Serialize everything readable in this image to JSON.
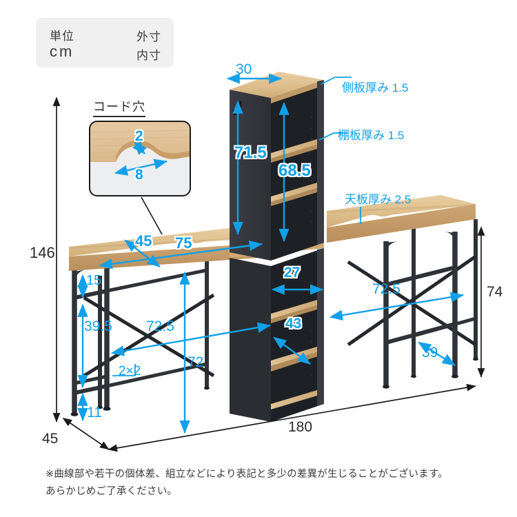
{
  "legend": {
    "unit_label": "単位",
    "unit_value": "cm",
    "outer_label": "外寸",
    "inner_label": "内寸",
    "outer_color": "#1b1b1b",
    "inner_color": "#12a0e8"
  },
  "inset": {
    "title": "コード穴",
    "depth": "2",
    "width": "8"
  },
  "callouts": {
    "side_panel": "側板厚み 1.5",
    "shelf_panel": "棚板厚み 1.5",
    "top_panel": "天板厚み 2.5",
    "leg_profile": "2×2"
  },
  "dimensions": {
    "total_height": "146",
    "total_width": "180",
    "depth": "45",
    "desk_height": "74",
    "tower_width": "30",
    "tower_inner_height_left": "71.5",
    "tower_inner_height_right": "68.5",
    "desk_top_width_left": "75",
    "desk_top_depth_left": "45",
    "under_top_rail": "15",
    "mid_gap": "39.5",
    "lower_gap": "11",
    "knee_width_left": "72.5",
    "knee_height": "72",
    "shelf_inner_width": "27",
    "shelf_inner_depth": "43",
    "knee_width_right": "72.5",
    "foot_rail_depth_right": "39"
  },
  "footnote": {
    "line1": "※曲線部や若干の個体差、組立などにより表記と多少の差異が生じることがございます。",
    "line2": "あらかじめご了承ください。"
  },
  "colors": {
    "wood_light": "#e2c393",
    "wood_mid": "#d4ae7b",
    "wood_dark": "#b99263",
    "metal": "#2f3338",
    "panel_dark": "#34373c",
    "blue": "#12a0e8",
    "black": "#1b1b1b"
  }
}
